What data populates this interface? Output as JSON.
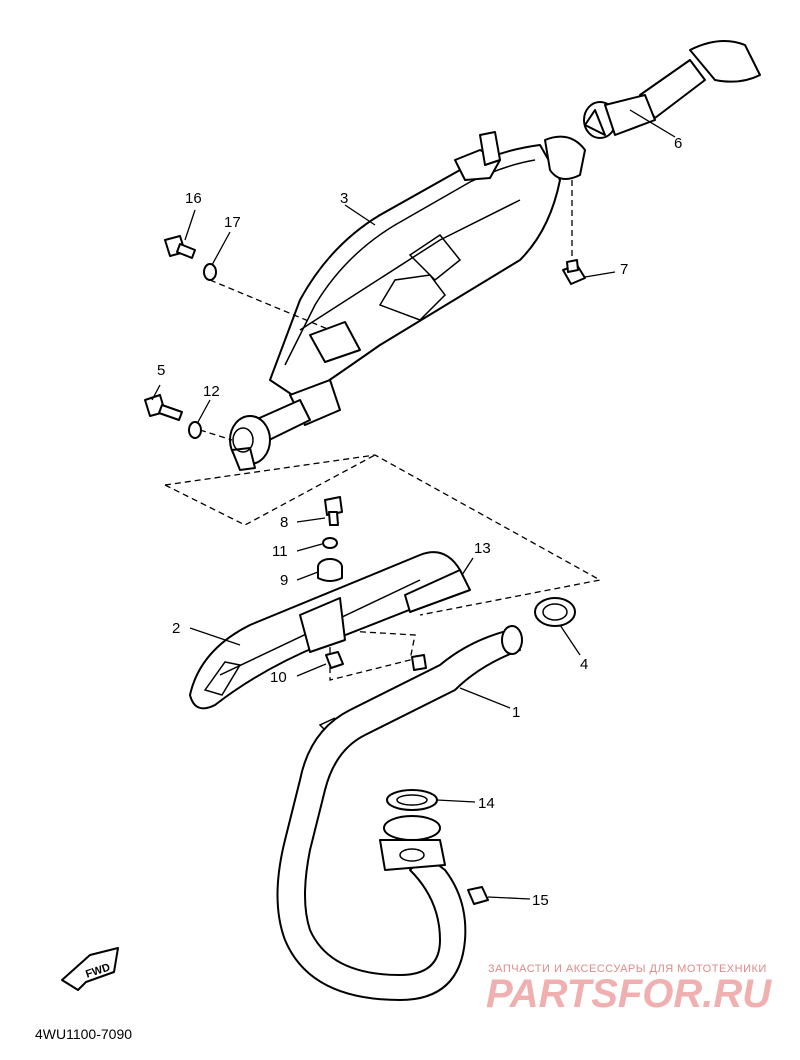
{
  "diagram_code": "4WU1100-7090",
  "fwd_label": "FWD",
  "watermark": {
    "tagline": "ЗАПЧАСТИ И АКСЕССУАРЫ ДЛЯ МОТОТЕХНИКИ",
    "brand": "PARTSFOR.RU"
  },
  "callouts": {
    "c1": "1",
    "c2": "2",
    "c3": "3",
    "c4": "4",
    "c5": "5",
    "c6": "6",
    "c7": "7",
    "c8": "8",
    "c9": "9",
    "c10": "10",
    "c11": "11",
    "c12": "12",
    "c13": "13",
    "c14": "14",
    "c15": "15",
    "c16": "16",
    "c17": "17"
  }
}
